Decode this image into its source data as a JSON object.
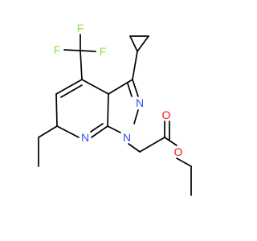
{
  "molecule": {
    "atoms": {
      "f1": "F",
      "f2": "F",
      "f3": "F",
      "n_pyrazole": "N",
      "n_pyridine": "N",
      "n1": "N",
      "o_carbonyl": "O",
      "o_ester": "O"
    },
    "colors": {
      "bond": "#000000",
      "fluorine": "#90e050",
      "nitrogen": "#3050f8",
      "oxygen": "#ff0d0d"
    }
  }
}
